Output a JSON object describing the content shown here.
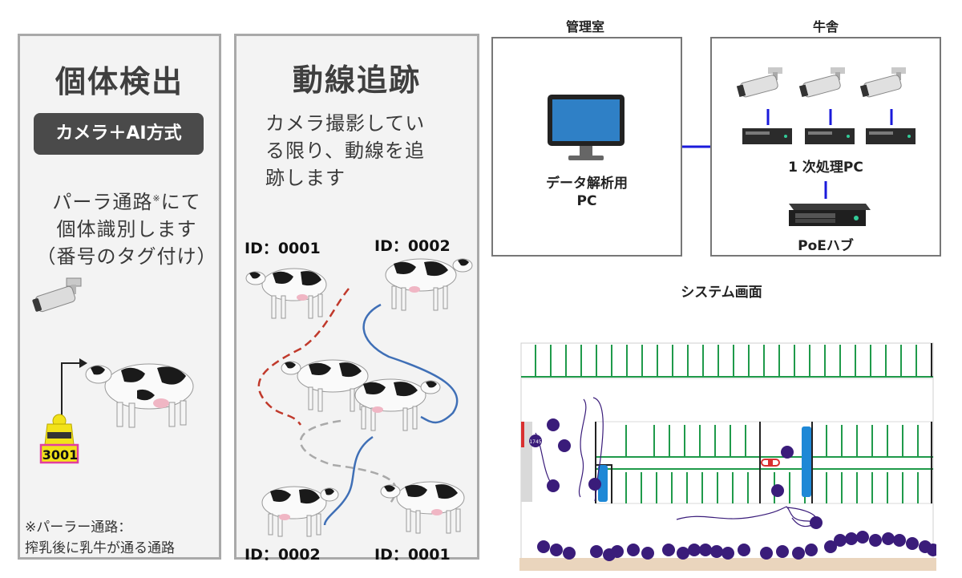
{
  "detection_panel": {
    "title": "個体検出",
    "method_badge": "カメラ＋AI方式",
    "desc_line1": "パーラ通路",
    "desc_sup": "※",
    "desc_line1b": "にて",
    "desc_line2": "個体識別します",
    "desc_line3": "（番号のタグ付け）",
    "tag_number": "3001",
    "note_line1": "※パーラー通路：",
    "note_line2": "搾乳後に乳牛が通る通路"
  },
  "tracking_panel": {
    "title": "動線追跡",
    "desc_line1": "カメラ撮影してい",
    "desc_line2": "る限り、動線を追",
    "desc_line3": "跡します",
    "id_top_left": "ID：0001",
    "id_top_right": "ID：0002",
    "id_bottom_left": "ID：0002",
    "id_bottom_right": "ID：0001"
  },
  "system": {
    "control_room_label": "管理室",
    "barn_label": "牛舎",
    "analysis_pc_line1": "データ解析用",
    "analysis_pc_line2": "PC",
    "primary_pc_label": "1 次処理PC",
    "poe_hub_label": "PoEハブ",
    "screen_title": "システム画面",
    "screen_cow_id": "1745"
  },
  "colors": {
    "panel_bg": "#f3f3f3",
    "panel_border": "#a9a9a9",
    "badge_bg": "#4a4a4a",
    "track_red": "#c0392b",
    "track_blue": "#3f6fb6",
    "track_gray": "#a9a9a9",
    "link_blue": "#1a1adb",
    "dot_purple": "#3a1c7a",
    "stall_green": "#1f9a4a",
    "bar_blue": "#1e88d6",
    "tag_yellow": "#f2e21a",
    "tag_pink": "#e23ea0"
  }
}
